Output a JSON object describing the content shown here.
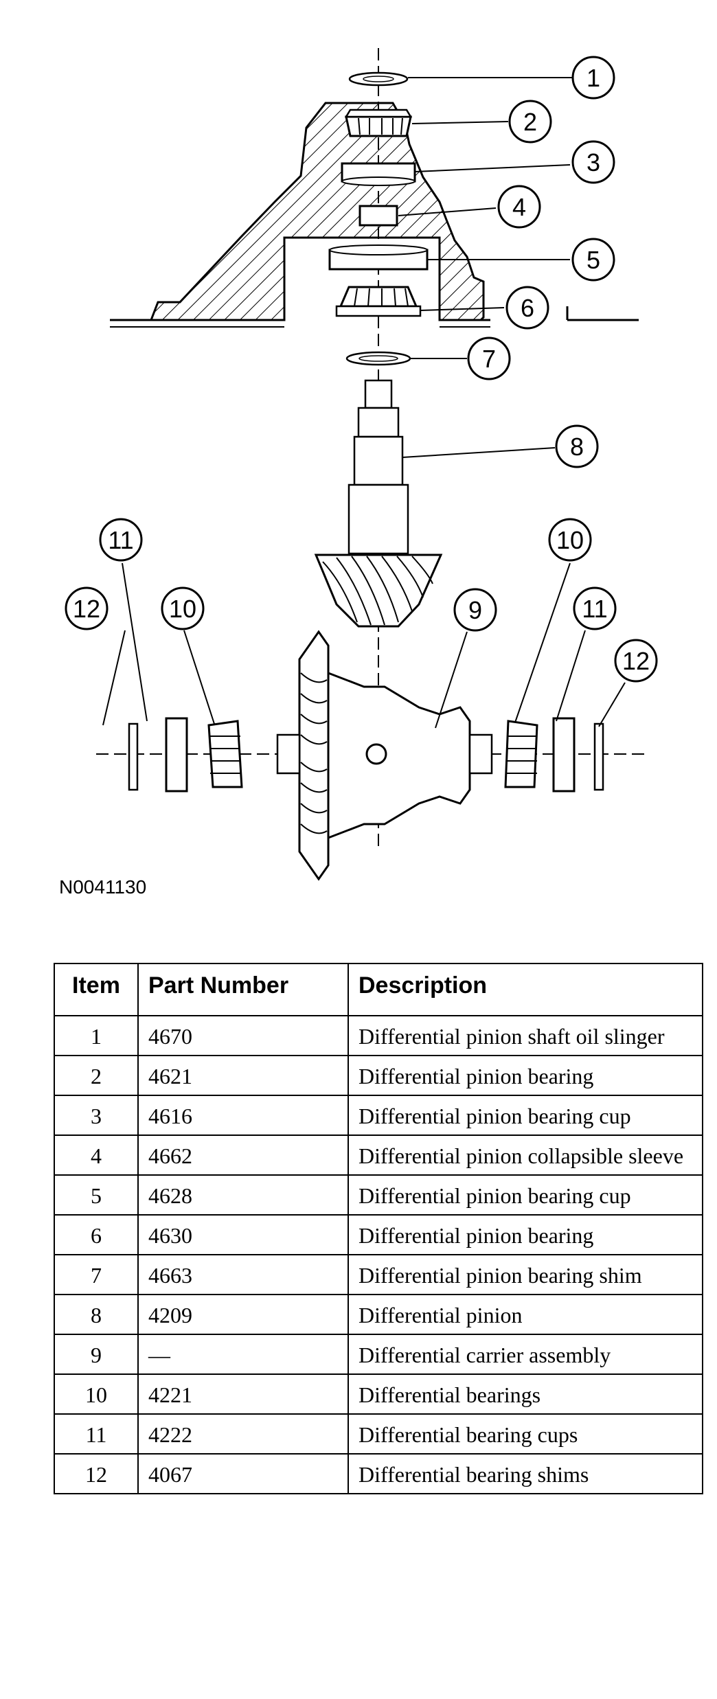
{
  "figure": {
    "id": "N0041130",
    "callouts": [
      "1",
      "2",
      "3",
      "4",
      "5",
      "6",
      "7",
      "8",
      "9",
      "10",
      "11",
      "12",
      "10",
      "11",
      "12"
    ]
  },
  "table": {
    "headers": {
      "item": "Item",
      "part": "Part Number",
      "desc": "Description"
    },
    "rows": [
      {
        "item": "1",
        "part": "4670",
        "desc": "Differential pinion shaft oil slinger"
      },
      {
        "item": "2",
        "part": "4621",
        "desc": "Differential pinion bearing"
      },
      {
        "item": "3",
        "part": "4616",
        "desc": "Differential pinion bearing cup"
      },
      {
        "item": "4",
        "part": "4662",
        "desc": "Differential pinion collapsible sleeve"
      },
      {
        "item": "5",
        "part": "4628",
        "desc": "Differential pinion bearing cup"
      },
      {
        "item": "6",
        "part": "4630",
        "desc": "Differential pinion bearing"
      },
      {
        "item": "7",
        "part": "4663",
        "desc": "Differential pinion bearing shim"
      },
      {
        "item": "8",
        "part": "4209",
        "desc": "Differential pinion"
      },
      {
        "item": "9",
        "part": "—",
        "desc": "Differential carrier assembly"
      },
      {
        "item": "10",
        "part": "4221",
        "desc": "Differential bearings"
      },
      {
        "item": "11",
        "part": "4222",
        "desc": "Differential bearing cups"
      },
      {
        "item": "12",
        "part": "4067",
        "desc": "Differential bearing shims"
      }
    ]
  }
}
